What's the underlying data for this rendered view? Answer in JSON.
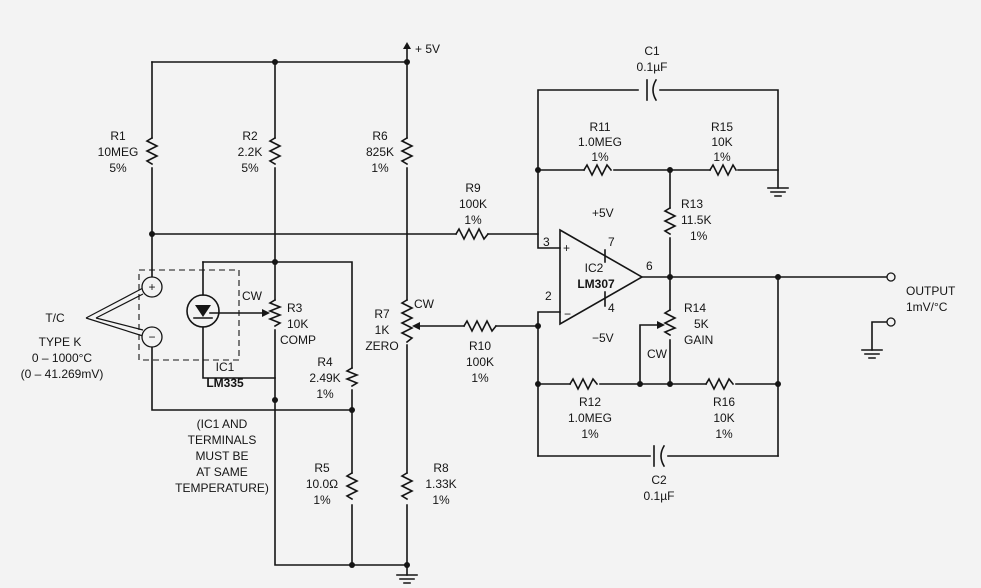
{
  "supply": {
    "plus5": "+ 5V"
  },
  "c1": {
    "ref": "C1",
    "val": "0.1µF"
  },
  "c2": {
    "ref": "C2",
    "val": "0.1µF"
  },
  "r1": {
    "ref": "R1",
    "val": "10MEG",
    "tol": "5%"
  },
  "r2": {
    "ref": "R2",
    "val": "2.2K",
    "tol": "5%"
  },
  "r3": {
    "ref": "R3",
    "val": "10K",
    "name": "COMP",
    "cw": "CW"
  },
  "r4": {
    "ref": "R4",
    "val": "2.49K",
    "tol": "1%"
  },
  "r5": {
    "ref": "R5",
    "val": "10.0Ω",
    "tol": "1%"
  },
  "r6": {
    "ref": "R6",
    "val": "825K",
    "tol": "1%"
  },
  "r7": {
    "ref": "R7",
    "val": "1K",
    "name": "ZERO",
    "cw": "CW"
  },
  "r8": {
    "ref": "R8",
    "val": "1.33K",
    "tol": "1%"
  },
  "r9": {
    "ref": "R9",
    "val": "100K",
    "tol": "1%"
  },
  "r10": {
    "ref": "R10",
    "val": "100K",
    "tol": "1%"
  },
  "r11": {
    "ref": "R11",
    "val": "1.0MEG",
    "tol": "1%"
  },
  "r12": {
    "ref": "R12",
    "val": "1.0MEG",
    "tol": "1%"
  },
  "r13": {
    "ref": "R13",
    "val": "11.5K",
    "tol": "1%"
  },
  "r14": {
    "ref": "R14",
    "val": "5K",
    "name": "GAIN",
    "cw": "CW"
  },
  "r15": {
    "ref": "R15",
    "val": "10K",
    "tol": "1%"
  },
  "r16": {
    "ref": "R16",
    "val": "10K",
    "tol": "1%"
  },
  "ic1": {
    "ref": "IC1",
    "part": "LM335"
  },
  "ic2": {
    "ref": "IC2",
    "part": "LM307",
    "plus": "+",
    "minus": "−",
    "pin3": "3",
    "pin2": "2",
    "pin6": "6",
    "pin7": "7",
    "pin4": "4",
    "vpos": "+5V",
    "vneg": "−5V"
  },
  "thermocouple": {
    "label": "T/C",
    "type": "TYPE K",
    "range": "0 – 1000°C",
    "mv": "(0 – 41.269mV)",
    "plus": "+",
    "minus": "−"
  },
  "note": [
    "(IC1 AND",
    "TERMINALS",
    "MUST BE",
    "AT SAME",
    "TEMPERATURE)"
  ],
  "output": {
    "label": "OUTPUT",
    "scale": "1mV/°C"
  }
}
